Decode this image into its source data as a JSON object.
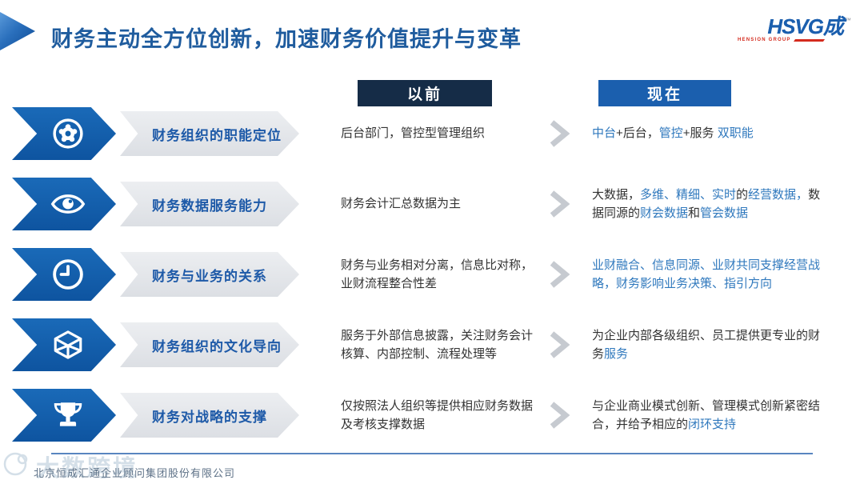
{
  "header": {
    "title": "财务主动全方位创新，加速财务价值提升与变革",
    "logo": {
      "text": "HSVG成",
      "tm": "™",
      "caption": "HENSION GROUP"
    }
  },
  "columns": {
    "before_label": "以前",
    "now_label": "现在"
  },
  "rows": [
    {
      "icon": "steering-wheel-icon",
      "label": "财务组织的职能定位",
      "before": "后台部门，管控型管理组织",
      "now_segments": [
        {
          "t": "中台",
          "c": "blue"
        },
        {
          "t": "+后台，",
          "c": "dark"
        },
        {
          "t": "管控",
          "c": "blue"
        },
        {
          "t": "+服务 ",
          "c": "dark"
        },
        {
          "t": "双职能",
          "c": "blue"
        }
      ]
    },
    {
      "icon": "eye-icon",
      "label": "财务数据服务能力",
      "before": "财务会计汇总数据为主",
      "now_segments": [
        {
          "t": "大数据，",
          "c": "dark"
        },
        {
          "t": "多维、精细、实时",
          "c": "blue"
        },
        {
          "t": "的",
          "c": "dark"
        },
        {
          "t": "经营数据，",
          "c": "blue"
        },
        {
          "t": "数据同源的",
          "c": "dark"
        },
        {
          "t": "财会数据",
          "c": "blue"
        },
        {
          "t": "和",
          "c": "dark"
        },
        {
          "t": "管会数据",
          "c": "blue"
        }
      ]
    },
    {
      "icon": "clock-icon",
      "label": "财务与业务的关系",
      "before": "财务与业务相对分离，信息比对称，业财流程整合性差",
      "now_segments": [
        {
          "t": "业财融合、信息同源、业财共同支撑经营战略，财务影响业务决策、指引方向",
          "c": "blue"
        }
      ]
    },
    {
      "icon": "cube-icon",
      "label": "财务组织的文化导向",
      "before": "服务于外部信息披露，关注财务会计核算、内部控制、流程处理等",
      "now_segments": [
        {
          "t": "为企业内部各级组织、员工提供更专业的财务",
          "c": "dark"
        },
        {
          "t": "服务",
          "c": "blue"
        }
      ]
    },
    {
      "icon": "trophy-icon",
      "label": "财务对战略的支撑",
      "before": "仅按照法人组织等提供相应财务数据及考核支撑数据",
      "now_segments": [
        {
          "t": "与企业商业模式创新、管理模式创新紧密结合，并给予相应的",
          "c": "dark"
        },
        {
          "t": "闭环支持",
          "c": "blue"
        }
      ]
    }
  ],
  "footer": {
    "company": "北京恒成汇通企业顾问集团股份有限公司"
  },
  "watermark": {
    "text": "大数跨境"
  },
  "colors": {
    "title": "#1f5c9e",
    "arrow_blue": "#1160ab",
    "arrow_gray": "#e4e6ea",
    "label_text": "#1e5aa8",
    "header_before_bg": "#152c47",
    "header_now_bg": "#1b5fae",
    "body_text": "#333333",
    "highlight_blue": "#2f78bd",
    "chevron_gray": "#c6cad0",
    "logo_blue": "#1b5fae",
    "logo_red": "#d42b1e",
    "footer_text": "#5d7187",
    "footer_line": "#2f66b0",
    "watermark": "#b9cbd9"
  }
}
